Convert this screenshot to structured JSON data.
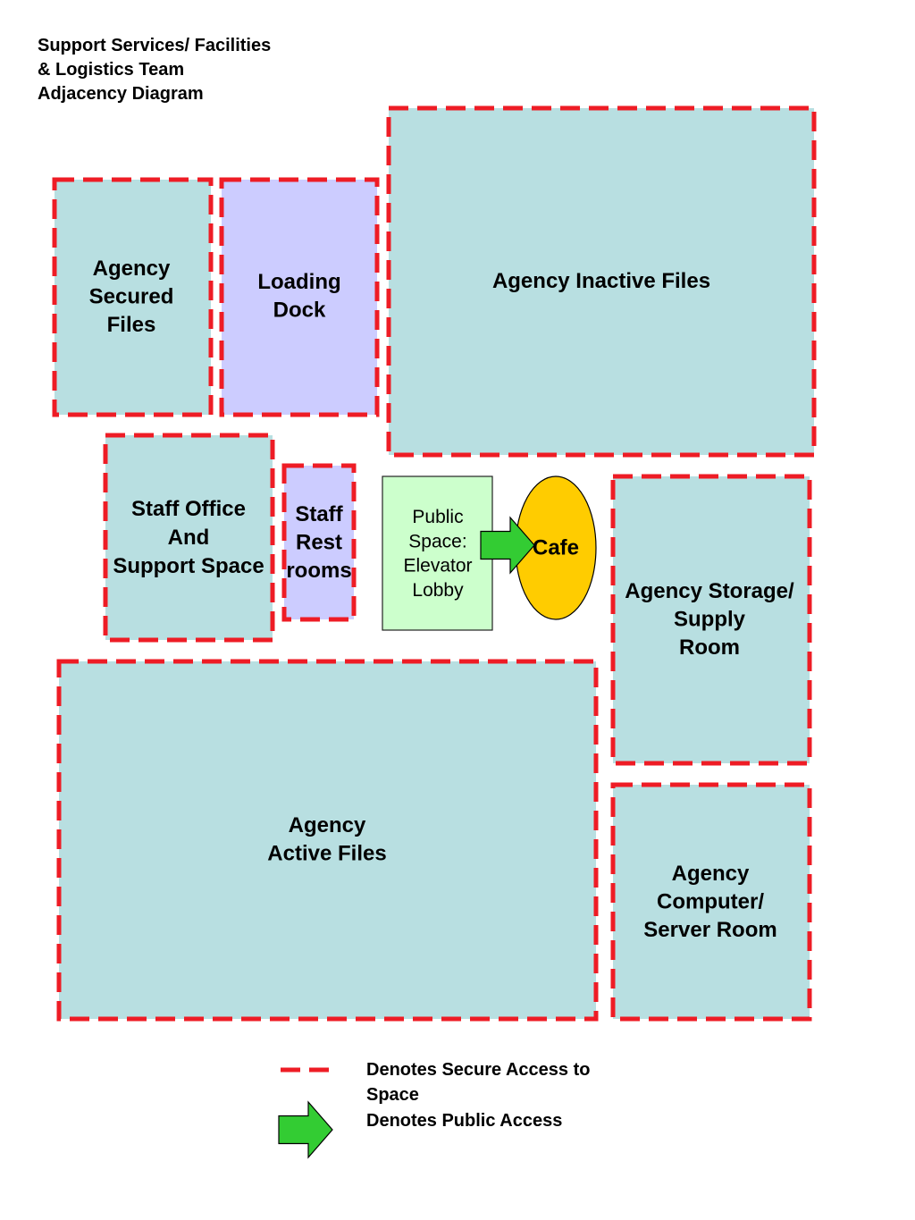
{
  "title": "Support Services/ Facilities\n& Logistics Team\nAdjacency Diagram",
  "rooms": [
    {
      "id": "agency-secured-files",
      "lines": [
        "Agency",
        "Secured",
        "Files"
      ],
      "fill": "#b8dfe1",
      "secure": true
    },
    {
      "id": "loading-dock",
      "lines": [
        "Loading",
        "Dock"
      ],
      "fill": "#ccccff",
      "secure": true
    },
    {
      "id": "agency-inactive-files",
      "lines": [
        "Agency Inactive Files"
      ],
      "fill": "#b8dfe1",
      "secure": true
    },
    {
      "id": "staff-office",
      "lines": [
        "Staff Office",
        "And",
        "Support Space"
      ],
      "fill": "#b8dfe1",
      "secure": true
    },
    {
      "id": "staff-restrooms",
      "lines": [
        "Staff",
        "Rest",
        "rooms"
      ],
      "fill": "#ccccff",
      "secure": true
    },
    {
      "id": "public-space",
      "lines": [
        "Public",
        "Space:",
        "Elevator",
        "Lobby"
      ],
      "fill": "#ccffcc",
      "secure": false
    },
    {
      "id": "agency-storage",
      "lines": [
        "Agency Storage/",
        "Supply",
        "Room"
      ],
      "fill": "#b8dfe1",
      "secure": true
    },
    {
      "id": "agency-active-files",
      "lines": [
        "Agency",
        "Active Files"
      ],
      "fill": "#b8dfe1",
      "secure": true
    },
    {
      "id": "agency-computer-room",
      "lines": [
        "Agency",
        "Computer/",
        "Server Room"
      ],
      "fill": "#b8dfe1",
      "secure": true
    }
  ],
  "cafe": {
    "label": "Cafe",
    "fill": "#ffcc00"
  },
  "legend": {
    "secure_access": "Denotes Secure Access to Space",
    "public_access": "Denotes Public Access"
  },
  "colors": {
    "secure_dash": "#ee1c25",
    "public_arrow": "#33cc33",
    "lobby_border": "#222222"
  }
}
